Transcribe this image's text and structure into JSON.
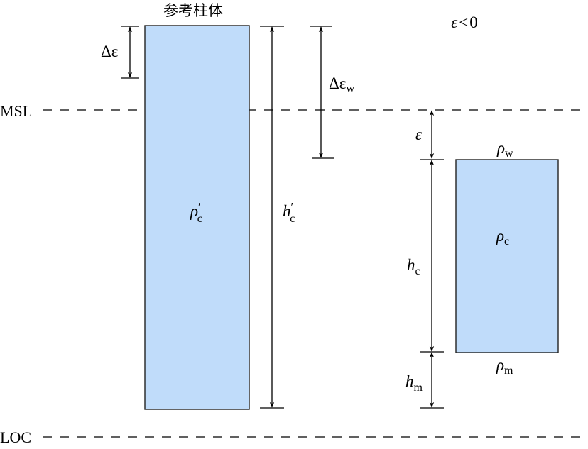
{
  "title": "参考柱体",
  "condition": {
    "var": "ε",
    "rel": "<",
    "value": "0"
  },
  "reference_lines": {
    "msl": "MSL",
    "loc": "LOC"
  },
  "reference_column": {
    "density": {
      "sym": "ρ",
      "prime": "′",
      "sub": "c"
    },
    "height": {
      "sym": "h",
      "prime": "′",
      "sub": "c"
    }
  },
  "dimensions": {
    "delta_epsilon": {
      "sym": "Δε",
      "sub": ""
    },
    "delta_epsilon_w": {
      "sym": "Δε",
      "sub": "w"
    },
    "epsilon": {
      "sym": "ε"
    },
    "h_c": {
      "sym": "h",
      "sub": "c"
    },
    "h_m": {
      "sym": "h",
      "sub": "m"
    }
  },
  "column": {
    "top_density": {
      "sym": "ρ",
      "sub": "w"
    },
    "density": {
      "sym": "ρ",
      "sub": "c"
    },
    "bottom_density": {
      "sym": "ρ",
      "sub": "m"
    }
  },
  "colors": {
    "fill": "#c0dcfa",
    "stroke": "#000000",
    "box_stroke": "#222222"
  }
}
